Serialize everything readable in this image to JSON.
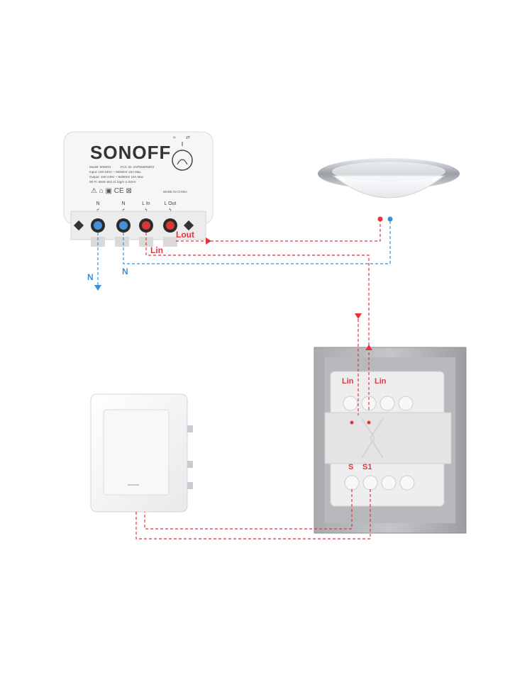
{
  "device": {
    "brand": "SONOFF",
    "model": "Model: MINIR3",
    "fcc": "FCC ID: 2APN5MINIR3",
    "input": "Input: 100-240V ~ 50/60Hz 16A Max",
    "output": "Output: 100-240V ~ 50/60Hz 16A Max",
    "wifi": "Wi-Fi: IEEE 802.11 b/g/n 2.4GHz",
    "made_in": "MADE IN CHINA",
    "terminals": [
      "N",
      "N",
      "L In",
      "L Out"
    ]
  },
  "wire_labels": {
    "lout": "Lout",
    "lin": "Lin",
    "n_left": "N",
    "n_right": "N"
  },
  "switch_box": {
    "top_left": "Lin",
    "top_right": "Lin",
    "bottom_left": "S",
    "bottom_right": "S1"
  },
  "colors": {
    "live": "#e8323c",
    "neutral": "#3a8fd9",
    "device_body": "#f4f4f4",
    "box_gray": "#9a9ca0"
  }
}
